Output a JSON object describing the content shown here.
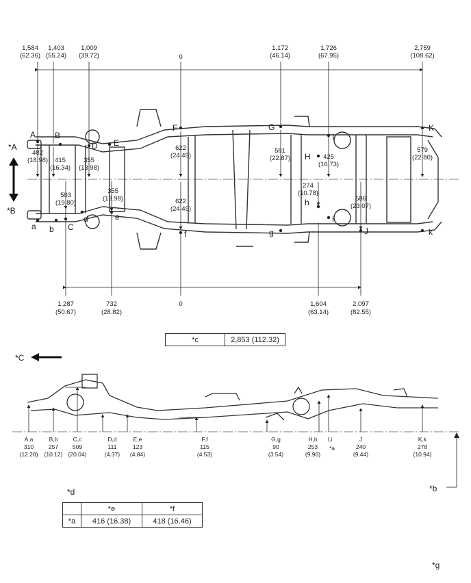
{
  "annotations": {
    "A": "*A",
    "B": "*B",
    "C": "*C",
    "a": "*a",
    "b": "*b",
    "d": "*d",
    "e": "*e",
    "f": "*f",
    "g": "*g"
  },
  "top_view": {
    "upper_dims": [
      {
        "value": "1,584",
        "sub": "(62.36)"
      },
      {
        "value": "1,403",
        "sub": "(55.24)"
      },
      {
        "value": "1,009",
        "sub": "(39.72)"
      },
      {
        "value": "0",
        "sub": ""
      },
      {
        "value": "1,172",
        "sub": "(46.14)"
      },
      {
        "value": "1,726",
        "sub": "(67.95)"
      },
      {
        "value": "2,759",
        "sub": "(108.62)"
      }
    ],
    "lower_dims": [
      {
        "value": "1,287",
        "sub": "(50.67)"
      },
      {
        "value": "732",
        "sub": "(28.82)"
      },
      {
        "value": "0",
        "sub": ""
      },
      {
        "value": "1,604",
        "sub": "(63.14)"
      },
      {
        "value": "2,097",
        "sub": "(82.55)"
      }
    ],
    "vertical_dims": [
      {
        "value": "482",
        "sub": "(18.98)"
      },
      {
        "value": "415",
        "sub": "(16.34)"
      },
      {
        "value": "355",
        "sub": "(13.98)"
      },
      {
        "value": "503",
        "sub": "(19.80)"
      },
      {
        "value": "355",
        "sub": "(13.98)"
      },
      {
        "value": "622",
        "sub": "(24.49)"
      },
      {
        "value": "622",
        "sub": "(24.49)"
      },
      {
        "value": "581",
        "sub": "(22.87)"
      },
      {
        "value": "425",
        "sub": "(16.73)"
      },
      {
        "value": "274",
        "sub": "(10.78)"
      },
      {
        "value": "586",
        "sub": "(23.07)"
      },
      {
        "value": "579",
        "sub": "(22.80)"
      }
    ],
    "points_upper": [
      "A",
      "B",
      "D",
      "E",
      "F",
      "G",
      "H",
      "I",
      "K"
    ],
    "points_lower": [
      "a",
      "b",
      "C",
      "d",
      "e",
      "f",
      "g",
      "h",
      "i",
      "J",
      "k"
    ]
  },
  "table_c": {
    "label": "*c",
    "value": "2,853 (112.32)"
  },
  "side_view": {
    "dims": [
      {
        "label": "A,a",
        "value": "310",
        "sub": "(12.20)"
      },
      {
        "label": "B,b",
        "value": "257",
        "sub": "(10.12)"
      },
      {
        "label": "C,c",
        "value": "509",
        "sub": "(20.04)"
      },
      {
        "label": "D,d",
        "value": "111",
        "sub": "(4.37)"
      },
      {
        "label": "E,e",
        "value": "123",
        "sub": "(4.84)"
      },
      {
        "label": "F,f",
        "value": "115",
        "sub": "(4.53)"
      },
      {
        "label": "G,g",
        "value": "90",
        "sub": "(3.54)"
      },
      {
        "label": "H,h",
        "value": "253",
        "sub": "(9.96)"
      },
      {
        "label": "I,i",
        "value": "*a",
        "sub": ""
      },
      {
        "label": "J",
        "value": "240",
        "sub": "(9.44)"
      },
      {
        "label": "K,k",
        "value": "278",
        "sub": "(10.94)"
      }
    ]
  },
  "table_bottom": {
    "header_e": "*e",
    "header_f": "*f",
    "row_label": "*a",
    "val_e": "416 (16.38)",
    "val_f": "418 (16.46)"
  }
}
